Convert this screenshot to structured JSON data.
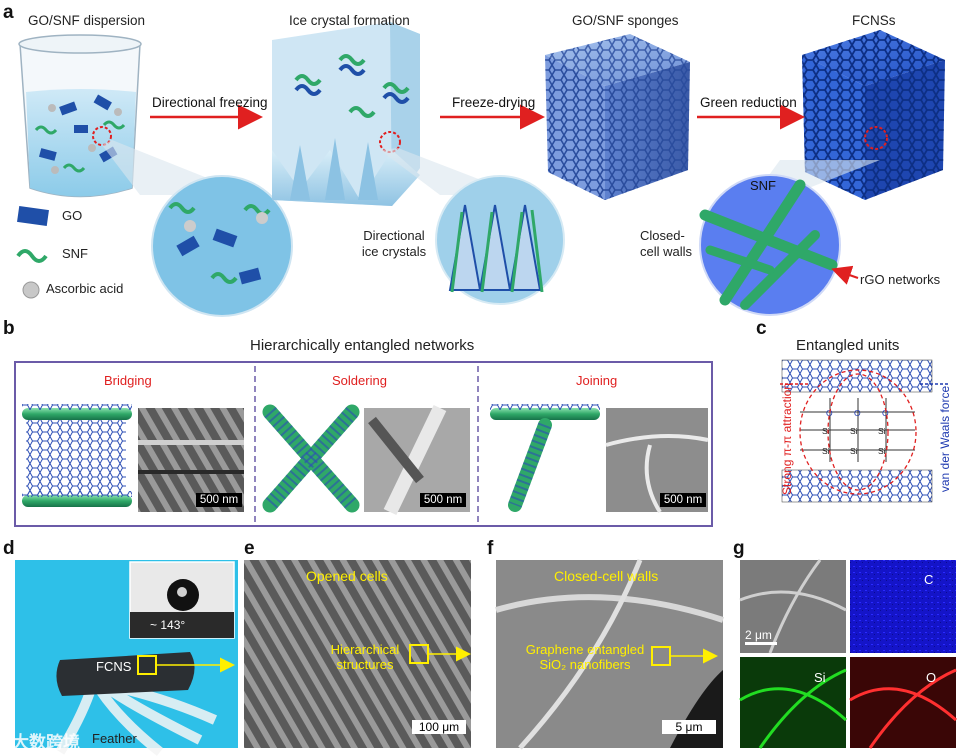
{
  "panel_a": {
    "label": "a",
    "titles": [
      "GO/SNF dispersion",
      "Ice crystal formation",
      "GO/SNF sponges",
      "FCNSs"
    ],
    "arrows": [
      "Directional freezing",
      "Freeze-drying",
      "Green reduction"
    ],
    "legend": [
      "GO",
      "SNF",
      "Ascorbic acid"
    ],
    "ice_label_1": "Directional",
    "ice_label_2": "ice crystals",
    "closed_1": "Closed-",
    "closed_2": "cell walls",
    "snf": "SNF",
    "rgo": "rGO networks"
  },
  "panel_b": {
    "label": "b",
    "title": "Hierarchically entangled networks",
    "modes": [
      "Bridging",
      "Soldering",
      "Joining"
    ],
    "scale": "500 nm"
  },
  "panel_c": {
    "label": "c",
    "title": "Entangled units",
    "left_force": "Strong π-π attraction",
    "right_force": "van der Waals force"
  },
  "panel_d": {
    "label": "d",
    "angle": "~ 143°",
    "sample": "FCNS",
    "feather": "Feather"
  },
  "panel_e": {
    "label": "e",
    "title": "Opened cells",
    "note_1": "Hierarchical",
    "note_2": "structures",
    "scale": "100 μm"
  },
  "panel_f": {
    "label": "f",
    "title": "Closed-cell walls",
    "note_1": "Graphene entangled",
    "note_2": "SiO₂ nanofibers",
    "scale": "5 μm"
  },
  "panel_g": {
    "label": "g",
    "scale": "2 μm",
    "elements": [
      "C",
      "Si",
      "O"
    ]
  },
  "watermark": "大数跨境",
  "colors": {
    "arrow": "#e02020",
    "go": "#1f4fa8",
    "snf": "#2fa868",
    "frame": "#6b5ba8",
    "yellow": "#ffef00"
  }
}
